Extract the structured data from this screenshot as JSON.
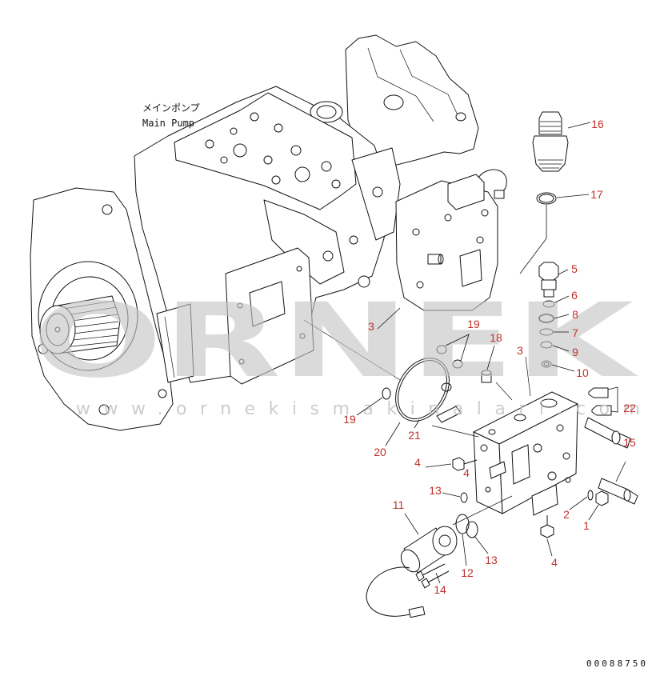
{
  "diagram": {
    "component_label_jp": "メインポンプ",
    "component_label_en": "Main Pump",
    "drawing_number": "00088750"
  },
  "callouts": [
    "16",
    "17",
    "5",
    "6",
    "8",
    "7",
    "9",
    "10",
    "19",
    "18",
    "3",
    "3",
    "22",
    "15",
    "19",
    "21",
    "20",
    "4",
    "4",
    "13",
    "11",
    "13",
    "12",
    "14",
    "2",
    "1",
    "4"
  ],
  "watermark": {
    "brand": "ORNEK",
    "url": "www.ornekismakinalari.com"
  },
  "colors": {
    "callout": "#c0302b",
    "linework": "#111111",
    "watermark": "#c4c4c4"
  }
}
